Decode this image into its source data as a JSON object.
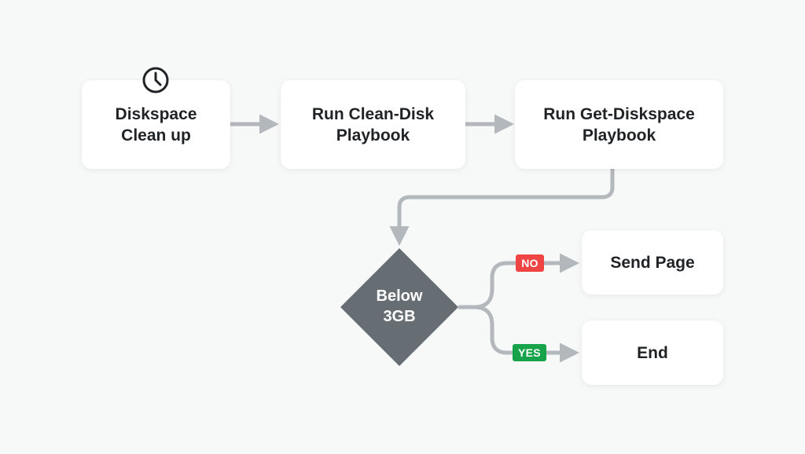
{
  "diagram": {
    "nodes": {
      "trigger": {
        "line1": "Diskspace",
        "line2": "Clean up"
      },
      "clean": {
        "line1": "Run Clean-Disk",
        "line2": "Playbook"
      },
      "get": {
        "line1": "Run Get-Diskspace",
        "line2": "Playbook"
      },
      "decision": {
        "line1": "Below",
        "line2": "3GB"
      },
      "send_page": {
        "label": "Send Page"
      },
      "end": {
        "label": "End"
      }
    },
    "branches": {
      "no": {
        "label": "NO",
        "color": "#ef4444"
      },
      "yes": {
        "label": "YES",
        "color": "#16a34a"
      }
    },
    "icons": {
      "trigger_icon": "clock-icon"
    },
    "colors": {
      "connector": "#b3b8bc",
      "decision_fill": "#666d73",
      "node_text": "#1f2326",
      "background": "#f7f8f8"
    }
  }
}
